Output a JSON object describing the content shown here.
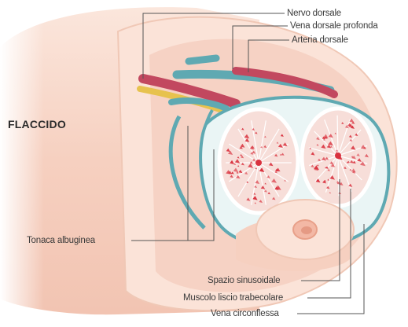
{
  "title": "FLACCIDO",
  "labels": {
    "nervo_dorsale": "Nervo dorsale",
    "vena_dorsale_profonda": "Vena dorsale profonda",
    "arteria_dorsale": "Arteria dorsale",
    "tonaca_albuginea": "Tonaca albuginea",
    "spazio_sinusoidale": "Spazio sinusoidale",
    "muscolo_liscio_trabecolare": "Muscolo liscio trabecolare",
    "vena_circonflessa": "Vena circonflessa"
  },
  "colors": {
    "skin": "#f8d7c9",
    "skin_edge": "#eec1ae",
    "inner_skin": "#f3c6b6",
    "vein": "#5fa9b2",
    "artery": "#c2485f",
    "nerve": "#e7c24e",
    "tissue": "#f7ded9",
    "sinus": "#d9323f",
    "leader": "#555555"
  }
}
